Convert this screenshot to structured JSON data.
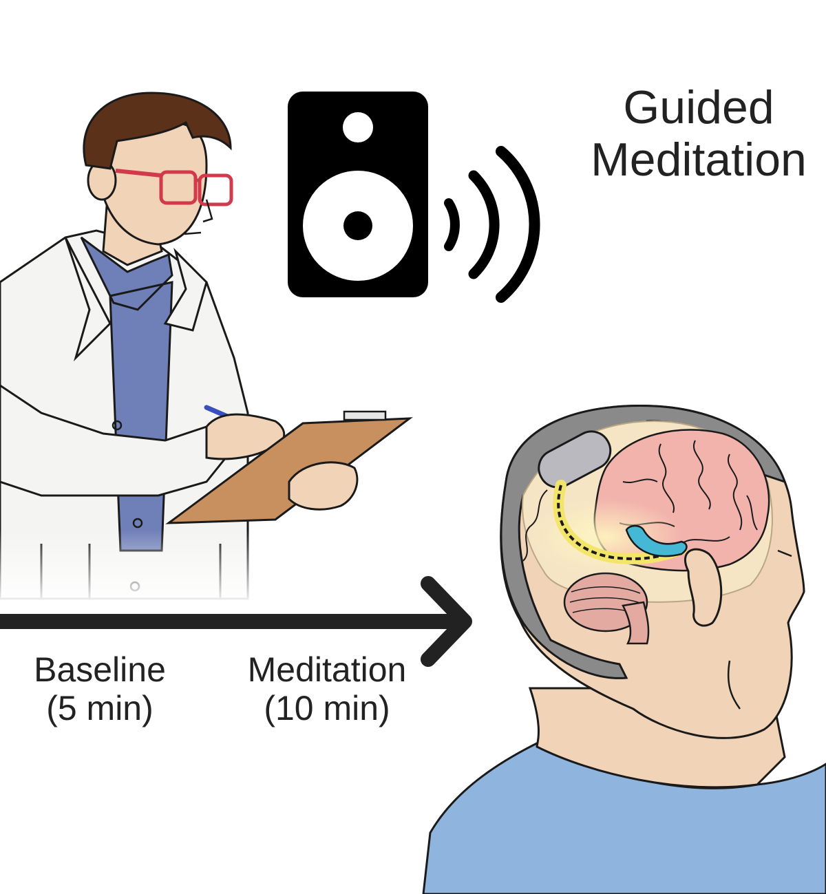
{
  "title": {
    "line1": "Guided",
    "line2": "Meditation"
  },
  "phases": [
    {
      "name": "Baseline",
      "duration": "(5 min)"
    },
    {
      "name": "Meditation",
      "duration": "(10 min)"
    }
  ],
  "icons": {
    "speaker": "speaker-icon",
    "sound_waves": "sound-waves-icon",
    "timeline_arrow": "timeline-arrow-icon"
  },
  "colors": {
    "ink": "#1a1a1a",
    "coat": "#f4f4f2",
    "researcher_shirt": "#6f7fb8",
    "clipboard": "#c9905f",
    "skin": "#f1d3b8",
    "hair_researcher": "#5b3219",
    "hair_patient": "#8a8a8a",
    "patient_shirt": "#8fb5df",
    "brain": "#f2b3ad",
    "implant": "#b9b9bf",
    "lead_highlight": "#f2e56a",
    "hippocampus": "#45b8d6"
  }
}
